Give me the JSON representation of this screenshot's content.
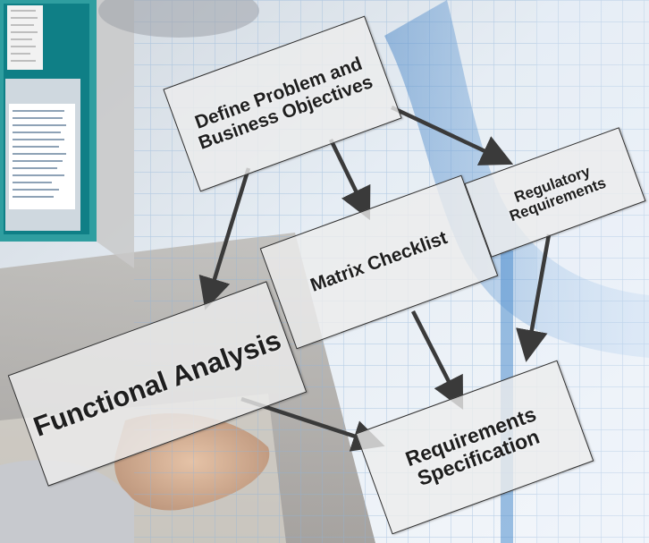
{
  "diagram": {
    "nodes": {
      "define": "Define Problem and Business Objectives",
      "matrix": "Matrix Checklist",
      "regulatory": "Regulatory Requirements",
      "functional": "Functional Analysis",
      "requirements": "Requirements Specification"
    },
    "edges": [
      {
        "from": "define",
        "to": "functional"
      },
      {
        "from": "define",
        "to": "matrix"
      },
      {
        "from": "define",
        "to": "regulatory"
      },
      {
        "from": "matrix",
        "to": "requirements"
      },
      {
        "from": "regulatory",
        "to": "requirements"
      },
      {
        "from": "functional",
        "to": "requirements"
      }
    ]
  },
  "colors": {
    "arrow": "#3a3a3a",
    "box_border": "#2e2e2e",
    "background_grid": "#b9d2ea"
  }
}
